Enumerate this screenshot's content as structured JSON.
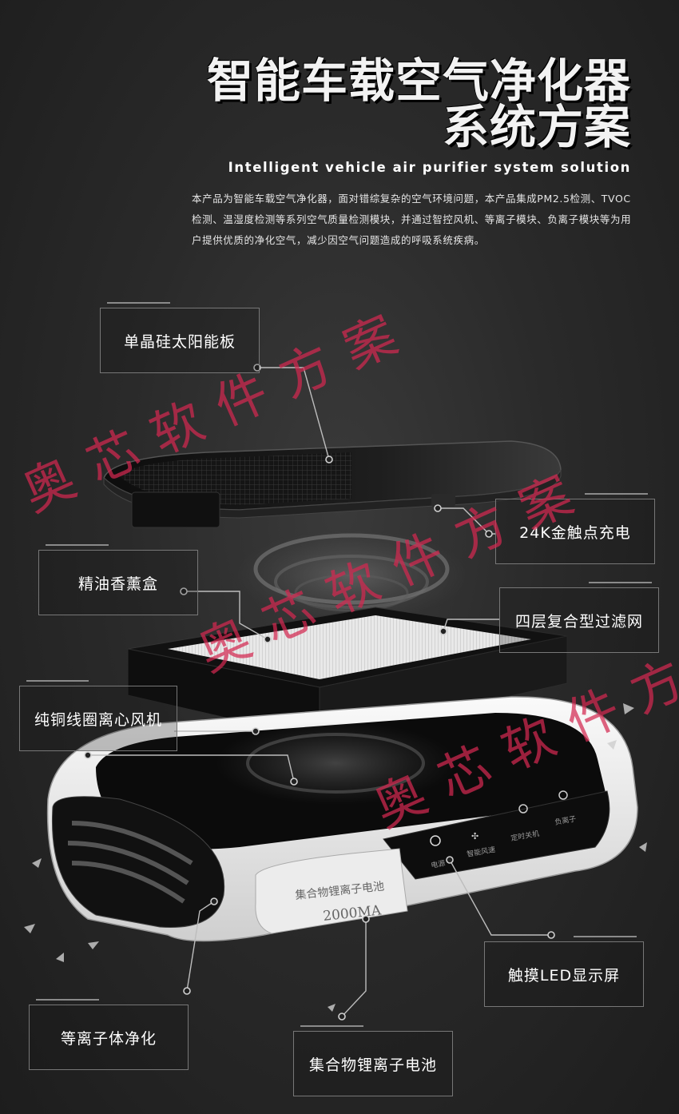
{
  "title_line1": "智能车载空气净化器",
  "title_line2": "系统方案",
  "subtitle": "Intelligent vehicle air purifier system solution",
  "description": "本产品为智能车载空气净化器，面对错综复杂的空气环境问题，本产品集成PM2.5检测、TVOC检测、温湿度检测等系列空气质量检测模块，并通过智控风机、等离子模块、负离子模块等为用户提供优质的净化空气，减少因空气问题造成的呼吸系统疾病。",
  "callouts": {
    "solar_panel": "单晶硅太阳能板",
    "gold_contact": "24K金触点充电",
    "aroma_box": "精油香薰盒",
    "filter": "四层复合型过滤网",
    "fan": "纯铜线圈离心风机",
    "touch_led": "触摸LED显示屏",
    "plasma": "等离子体净化",
    "battery": "集合物锂离子电池"
  },
  "device": {
    "battery_label_line1": "集合物锂离子电池",
    "battery_label_line2": "2000MA",
    "panel_labels": [
      "电源",
      "智能风速",
      "定时关机",
      "负离子"
    ]
  },
  "watermark": "奥芯软件方案",
  "colors": {
    "background": "#2a2a2a",
    "watermark": "#d22850",
    "callout_border": "#777777"
  }
}
